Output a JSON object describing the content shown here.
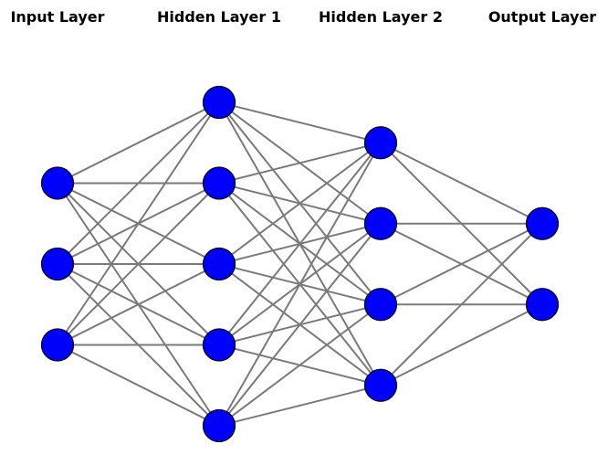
{
  "layers": [
    {
      "title": "Input Layer",
      "neurons": 3
    },
    {
      "title": "Hidden Layer 1",
      "neurons": 5
    },
    {
      "title": "Hidden Layer 2",
      "neurons": 4
    },
    {
      "title": "Output Layer",
      "neurons": 2
    }
  ],
  "colors": {
    "neuron_fill": "#0000ff",
    "neuron_stroke": "#000000",
    "edge": "#7a7a7a",
    "title": "#000000"
  }
}
